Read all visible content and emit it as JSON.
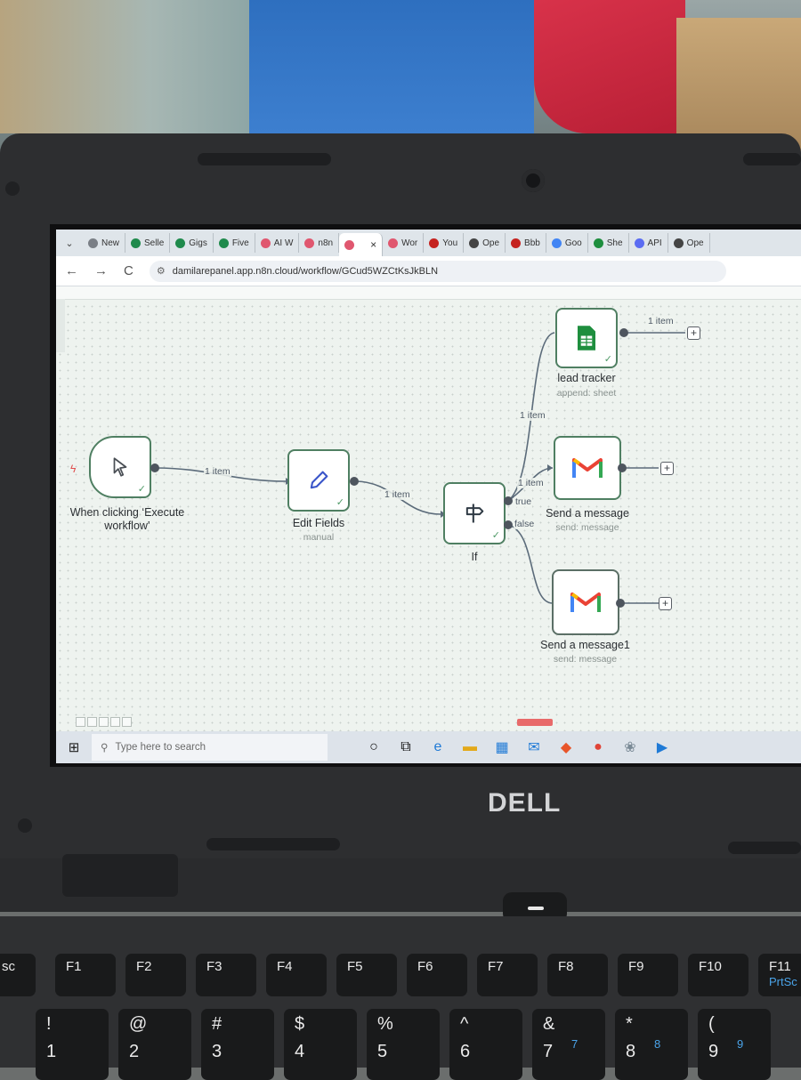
{
  "browser": {
    "tabs": [
      {
        "label": "New",
        "color": "#7a7f86"
      },
      {
        "label": "Selle",
        "color": "#1f8a4c"
      },
      {
        "label": "Gigs",
        "color": "#1f8a4c"
      },
      {
        "label": "Five",
        "color": "#1f8a4c"
      },
      {
        "label": "AI W",
        "color": "#e0576f"
      },
      {
        "label": "n8n",
        "color": "#e0576f"
      },
      {
        "label": "",
        "color": "#e0576f",
        "active": true
      },
      {
        "label": "Wor",
        "color": "#e0576f"
      },
      {
        "label": "You",
        "color": "#c5221f"
      },
      {
        "label": "Ope",
        "color": "#444444"
      },
      {
        "label": "Bbb",
        "color": "#c5221f"
      },
      {
        "label": "Goo",
        "color": "#4285f4"
      },
      {
        "label": "She",
        "color": "#1e8e3e"
      },
      {
        "label": "API",
        "color": "#5b6cf2"
      },
      {
        "label": "Ope",
        "color": "#444444"
      }
    ],
    "active_tab_close": "×",
    "url": "damilarepanel.app.n8n.cloud/workflow/GCud5WZCtKsJkBLN"
  },
  "workflow": {
    "nodes": {
      "trigger": {
        "label": "When clicking ‘Execute workflow’"
      },
      "edit": {
        "label": "Edit Fields",
        "sub": "manual"
      },
      "if": {
        "label": "If"
      },
      "sheet": {
        "label": "lead tracker",
        "sub": "append: sheet"
      },
      "gmail1": {
        "label": "Send a message",
        "sub": "send: message"
      },
      "gmail2": {
        "label": "Send a message1",
        "sub": "send: message"
      }
    },
    "edges": {
      "trigger_edit": "1 item",
      "edit_if": "1 item",
      "if_sheet": "1 item",
      "if_gmail": "1 item",
      "sheet_out": "1 item",
      "true_label": "true",
      "false_label": "false"
    },
    "plus": "+"
  },
  "taskbar": {
    "search_placeholder": "Type here to search"
  },
  "laptop": {
    "brand": "DELL"
  },
  "keyboard": {
    "fn_row": [
      "sc",
      "F1",
      "F2",
      "F3",
      "F4",
      "F5",
      "F6",
      "F7",
      "F8",
      "F9",
      "F10",
      "F11"
    ],
    "fn_sub": [
      "PrtSc"
    ],
    "num_row": [
      "!",
      "@",
      "#",
      "$",
      "%",
      "^",
      "&",
      "*",
      "("
    ],
    "num_row_lower": [
      "1",
      "2",
      "3",
      "4",
      "5",
      "6",
      "7",
      "8",
      "9"
    ],
    "numpad_overlay": [
      "7",
      "8",
      "9"
    ]
  }
}
